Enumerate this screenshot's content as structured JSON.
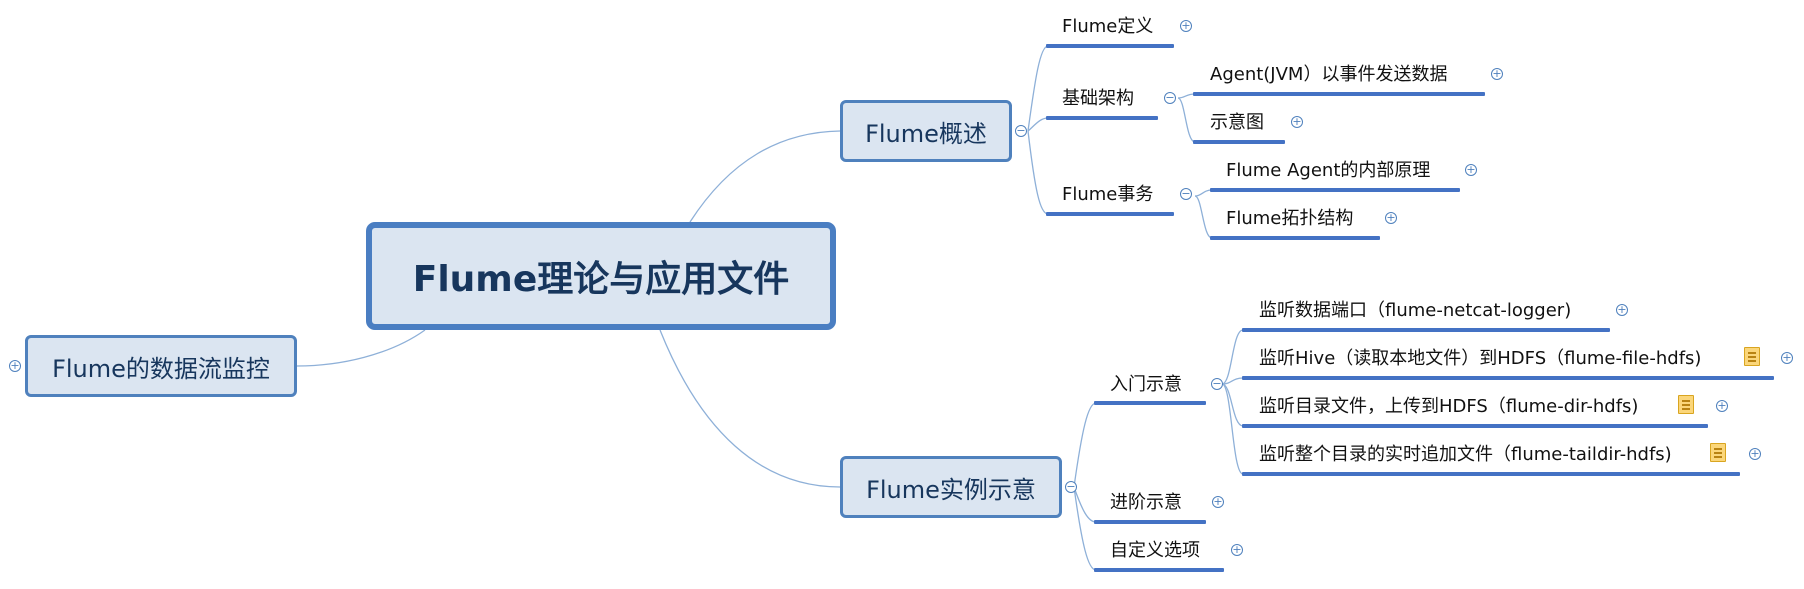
{
  "central": {
    "label": "Flume理论与应用文件"
  },
  "branches": {
    "overview": {
      "label": "Flume概述",
      "definition": "Flume定义",
      "architecture": {
        "label": "基础架构",
        "agent": "Agent(JVM）以事件发送数据",
        "diagram": "示意图"
      },
      "transaction": {
        "label": "Flume事务",
        "internal": "Flume Agent的内部原理",
        "topology": "Flume拓扑结构"
      }
    },
    "examples": {
      "label": "Flume实例示意",
      "intro": {
        "label": "入门示意",
        "port": "监听数据端口（flume-netcat-logger)",
        "hive": "监听Hive（读取本地文件）到HDFS（flume-file-hdfs)",
        "dir": "监听目录文件，上传到HDFS（flume-dir-hdfs)",
        "taildir": "监听整个目录的实时追加文件（flume-taildir-hdfs)"
      },
      "advanced": "进阶示意",
      "custom": "自定义选项"
    },
    "monitoring": {
      "label": "Flume的数据流监控"
    }
  },
  "toggles": {
    "expand": "+",
    "collapse": "−"
  },
  "icons": {
    "note": "note-icon"
  },
  "colors": {
    "node_fill": "#dbe5f1",
    "node_border": "#4f81bd",
    "underline": "#4472c4",
    "connector": "#8eb0d8",
    "text": "#17365d"
  }
}
